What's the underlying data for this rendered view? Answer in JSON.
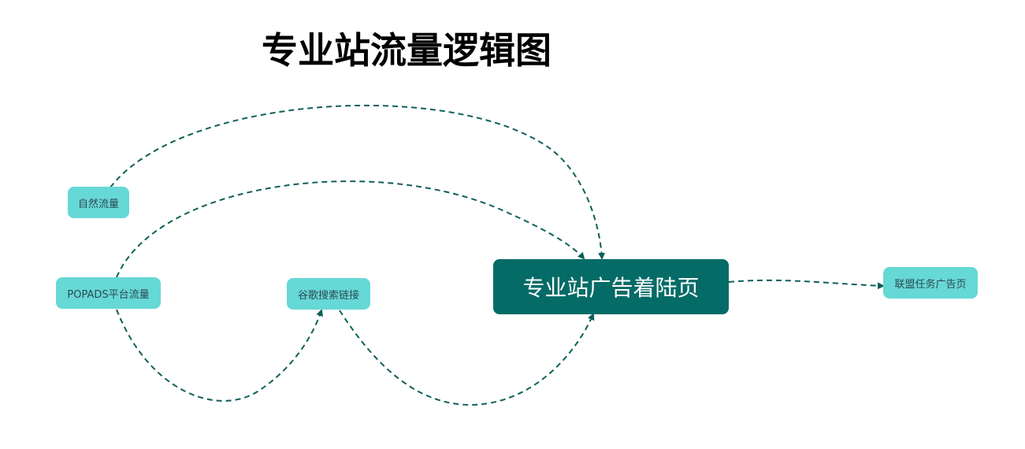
{
  "title": "专业站流量逻辑图",
  "colors": {
    "main_node": "#056b66",
    "small_node": "#66d8d6",
    "edge": "#0e5f5b",
    "small_text": "#2b4a52"
  },
  "nodes": {
    "natural": {
      "label": "自然流量"
    },
    "popads": {
      "label": "POPADS平台流量"
    },
    "google": {
      "label": "谷歌搜索链接"
    },
    "landing": {
      "label": "专业站广告着陆页"
    },
    "alliance": {
      "label": "联盟任务广告页"
    }
  },
  "edges": [
    {
      "from": "自然流量",
      "to": "专业站广告着陆页",
      "style": "dashed"
    },
    {
      "from": "POPADS平台流量",
      "to": "专业站广告着陆页",
      "style": "dashed"
    },
    {
      "from": "POPADS平台流量",
      "to": "谷歌搜索链接",
      "style": "dashed"
    },
    {
      "from": "谷歌搜索链接",
      "to": "专业站广告着陆页",
      "style": "dashed"
    },
    {
      "from": "专业站广告着陆页",
      "to": "联盟任务广告页",
      "style": "dashed"
    }
  ]
}
